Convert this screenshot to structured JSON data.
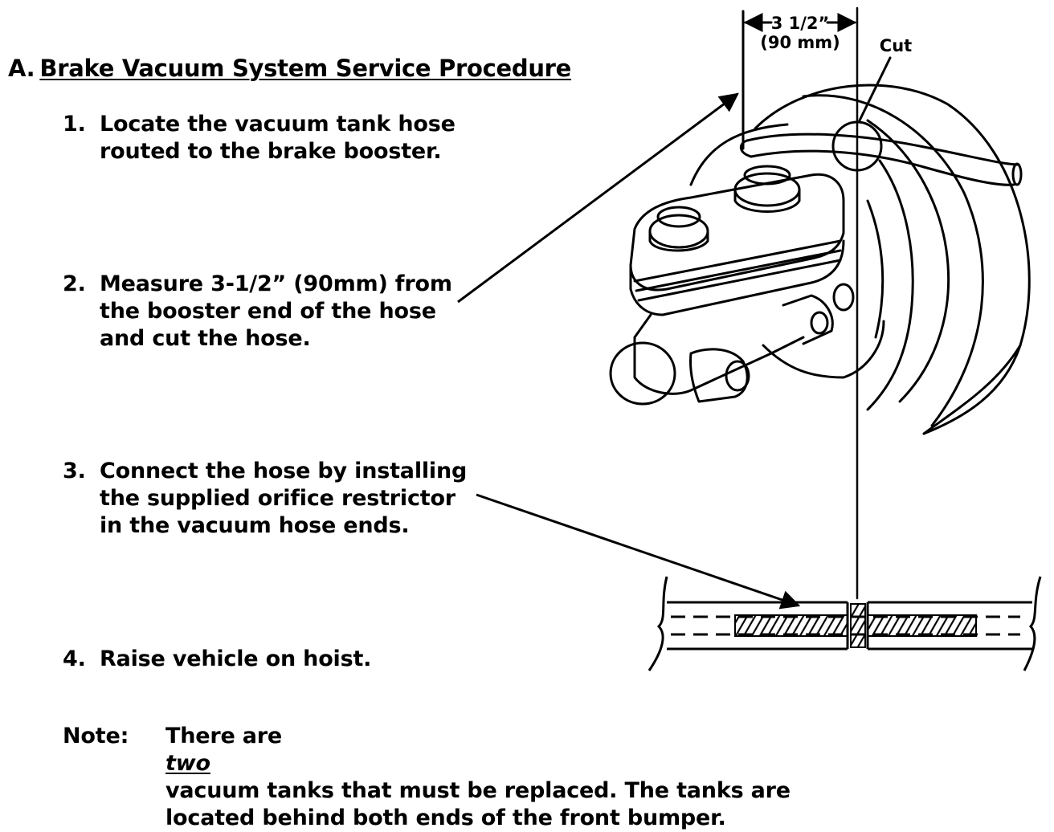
{
  "heading": {
    "prefix": "A.",
    "title": "Brake Vacuum System Service Procedure"
  },
  "steps": [
    {
      "number": "1.",
      "lines": [
        "Locate the vacuum tank hose",
        "routed to the brake booster."
      ]
    },
    {
      "number": "2.",
      "lines": [
        "Measure 3-1/2” (90mm) from",
        "the booster end of the hose",
        "and cut the hose."
      ]
    },
    {
      "number": "3.",
      "lines": [
        "Connect the hose by installing",
        "the supplied orifice restrictor",
        "in the vacuum hose ends."
      ]
    },
    {
      "number": "4.",
      "lines": [
        "Raise vehicle on hoist."
      ]
    }
  ],
  "note": {
    "label": "Note:",
    "line1_before": "There are ",
    "line1_emph": "two",
    "line1_after": " vacuum tanks that must be replaced.  The tanks are",
    "line2": "located behind both ends of the front bumper."
  },
  "diagram": {
    "dimension_imperial": "3 1/2”",
    "dimension_metric": "(90 mm)",
    "cut_label": "Cut"
  }
}
